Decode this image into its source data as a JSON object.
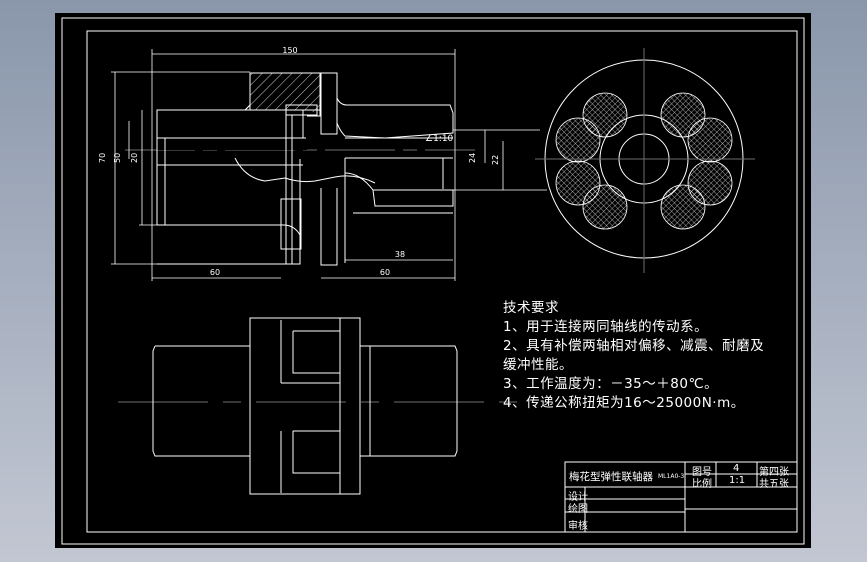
{
  "drawing": {
    "title": "梅花型弹性联轴器",
    "title_suffix": "ML1A0-3",
    "views": [
      "section-view",
      "end-view",
      "front-view"
    ]
  },
  "dimensions": {
    "overall_length": "150",
    "left_hub_length": "60",
    "right_hub_length": "60",
    "right_bore_length": "38",
    "outer_diameter": "70",
    "hub_diameter": "50",
    "bore_left": "20",
    "bore_right_large": "24",
    "bore_right_small": "22",
    "taper": "∠1:10"
  },
  "technical_requirements": {
    "heading": "技术要求",
    "items": [
      "1、用于连接两同轴线的传动系。",
      "2、具有补偿两轴相对偏移、减震、耐磨及",
      "缓冲性能。",
      "3、工作温度为：－35～＋80℃。",
      "4、传递公称扭矩为16～25000N·m。"
    ]
  },
  "title_block": {
    "drawing_no_label": "图号",
    "drawing_no": "4",
    "sheet_label": "第四张",
    "scale_label": "比例",
    "scale": "1:1",
    "total_label": "共五张",
    "designer_label": "设计",
    "drafter_label": "绘图",
    "reviewer_label": "审核",
    "designer": "",
    "drafter": "",
    "reviewer": ""
  },
  "colors": {
    "background": "#000000",
    "line": "#ffffff",
    "centerline": "#6e6e6e"
  }
}
